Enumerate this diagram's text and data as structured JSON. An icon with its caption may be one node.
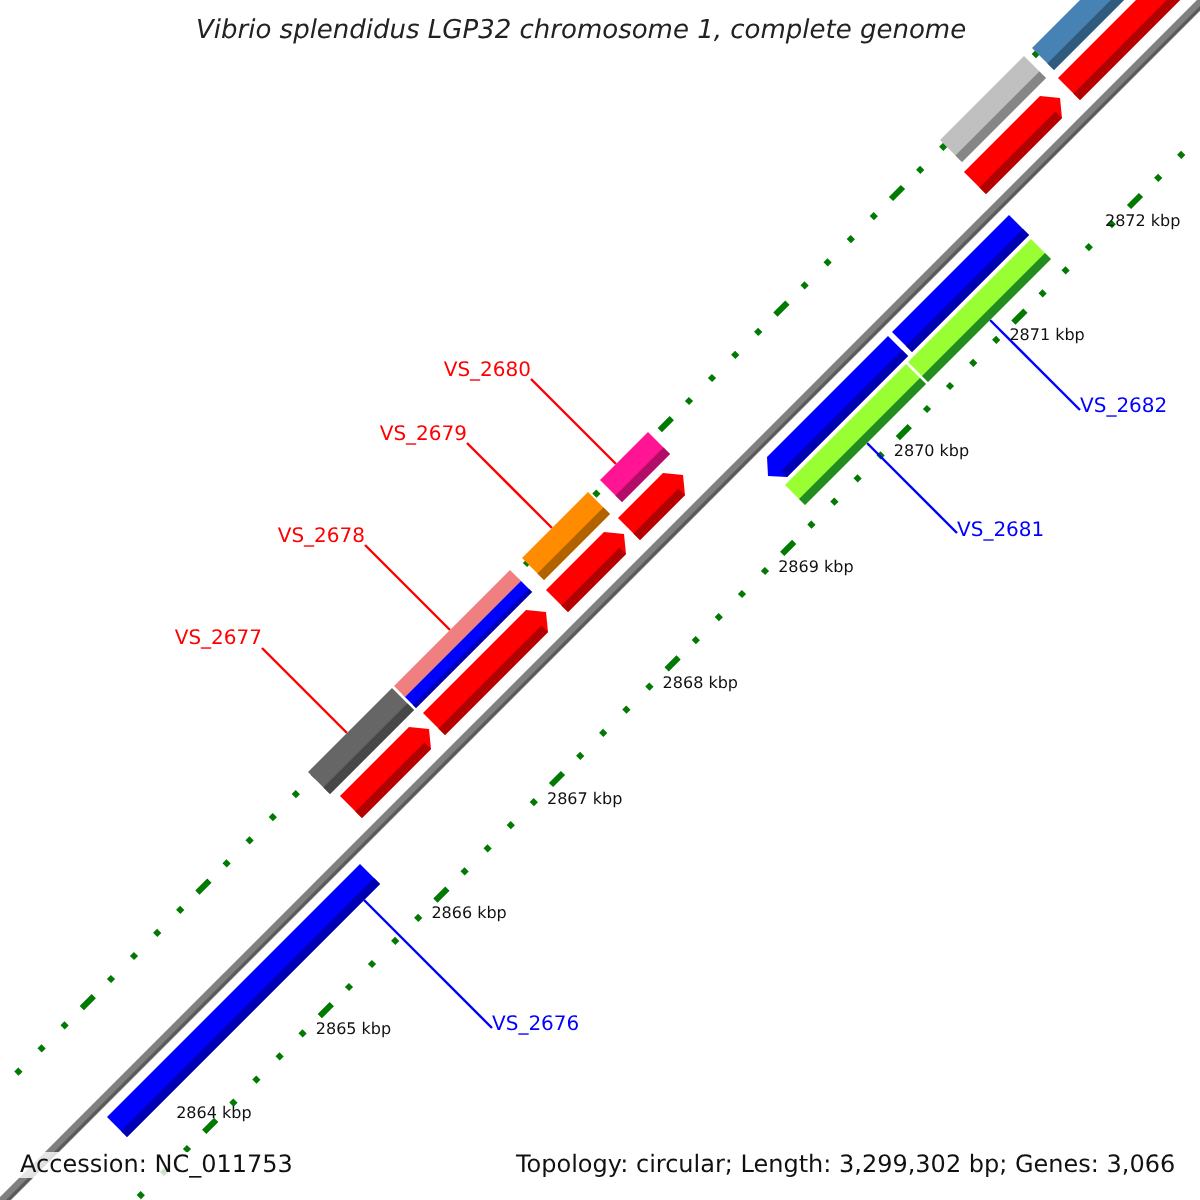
{
  "diagram": {
    "title": "Vibrio splendidus LGP32 chromosome 1, complete genome",
    "nodes": [
      {
        "text": [
          "VS_2680"
        ]
      },
      {
        "text": [],
        "shape": "bar"
      },
      {
        "text": [
          "VS_2679"
        ]
      },
      {
        "text": [],
        "shape": "bar"
      },
      {
        "text": [
          "VS_2678"
        ]
      },
      {
        "text": [],
        "shape": "bar"
      },
      {
        "text": [
          "VS_2677"
        ]
      },
      {
        "text": [],
        "shape": "bar"
      },
      {
        "text": [
          "VS_2682"
        ]
      },
      {
        "text": [],
        "shape": "bar"
      },
      {
        "text": [
          "VS_2681"
        ]
      },
      {
        "text": [],
        "shape": "bar"
      },
      {
        "text": [
          "VS_2676"
        ]
      },
      {
        "text": [],
        "shape": "bar"
      }
    ],
    "edges": [
      {
        "from": 0,
        "to": 1,
        "arrow": "none"
      },
      {
        "from": 2,
        "to": 3,
        "arrow": "none"
      },
      {
        "from": 4,
        "to": 5,
        "arrow": "none"
      },
      {
        "from": 6,
        "to": 7,
        "arrow": "none"
      },
      {
        "from": 8,
        "to": 9,
        "arrow": "none",
        "color": "#0000ff"
      },
      {
        "from": 10,
        "to": 11,
        "arrow": "none",
        "color": "#0000ff"
      },
      {
        "from": 12,
        "to": 13,
        "arrow": "none",
        "color": "#0000ff"
      }
    ],
    "labels": [
      "2872 kbp",
      "2871 kbp",
      "2870 kbp",
      "2869 kbp",
      "2868 kbp",
      "2867 kbp",
      "2866 kbp",
      "2865 kbp",
      "2864 kbp",
      "Accession: NC_011753",
      "Topology: circular; Length: 3,299,302 bp; Genes: 3,066"
    ]
  }
}
